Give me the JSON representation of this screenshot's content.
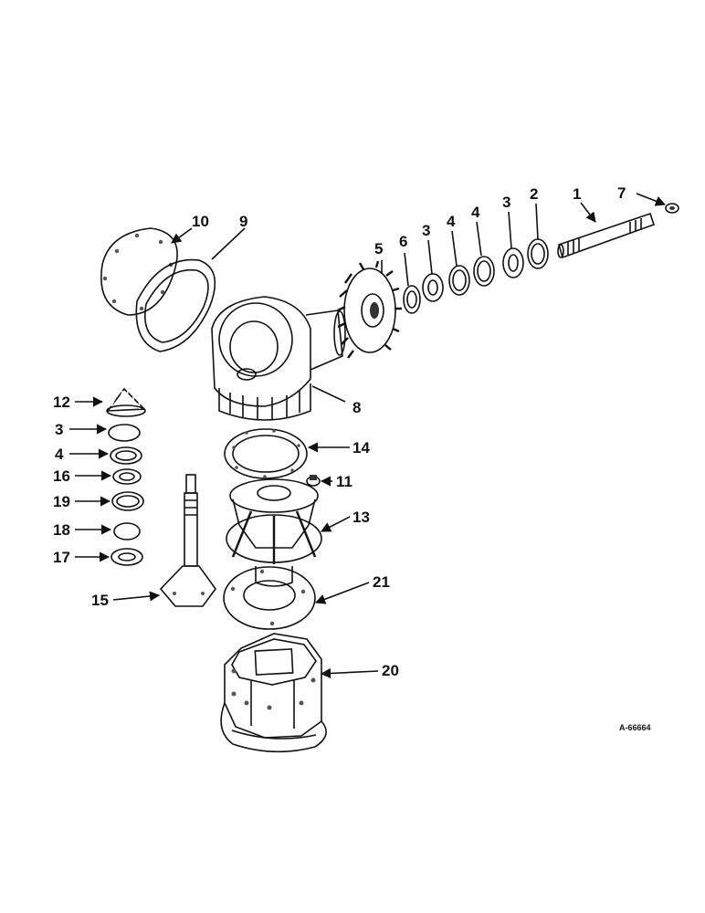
{
  "callouts": {
    "c1": "1",
    "c2": "2",
    "c3a": "3",
    "c3b": "3",
    "c3c": "3",
    "c4a": "4",
    "c4b": "4",
    "c4c": "4",
    "c5": "5",
    "c6": "6",
    "c7": "7",
    "c8": "8",
    "c9": "9",
    "c10": "10",
    "c11": "11",
    "c12": "12",
    "c13": "13",
    "c14": "14",
    "c15": "15",
    "c16": "16",
    "c17": "17",
    "c18": "18",
    "c19": "19",
    "c20": "20",
    "c21": "21"
  },
  "drawing_id": "A-66664"
}
